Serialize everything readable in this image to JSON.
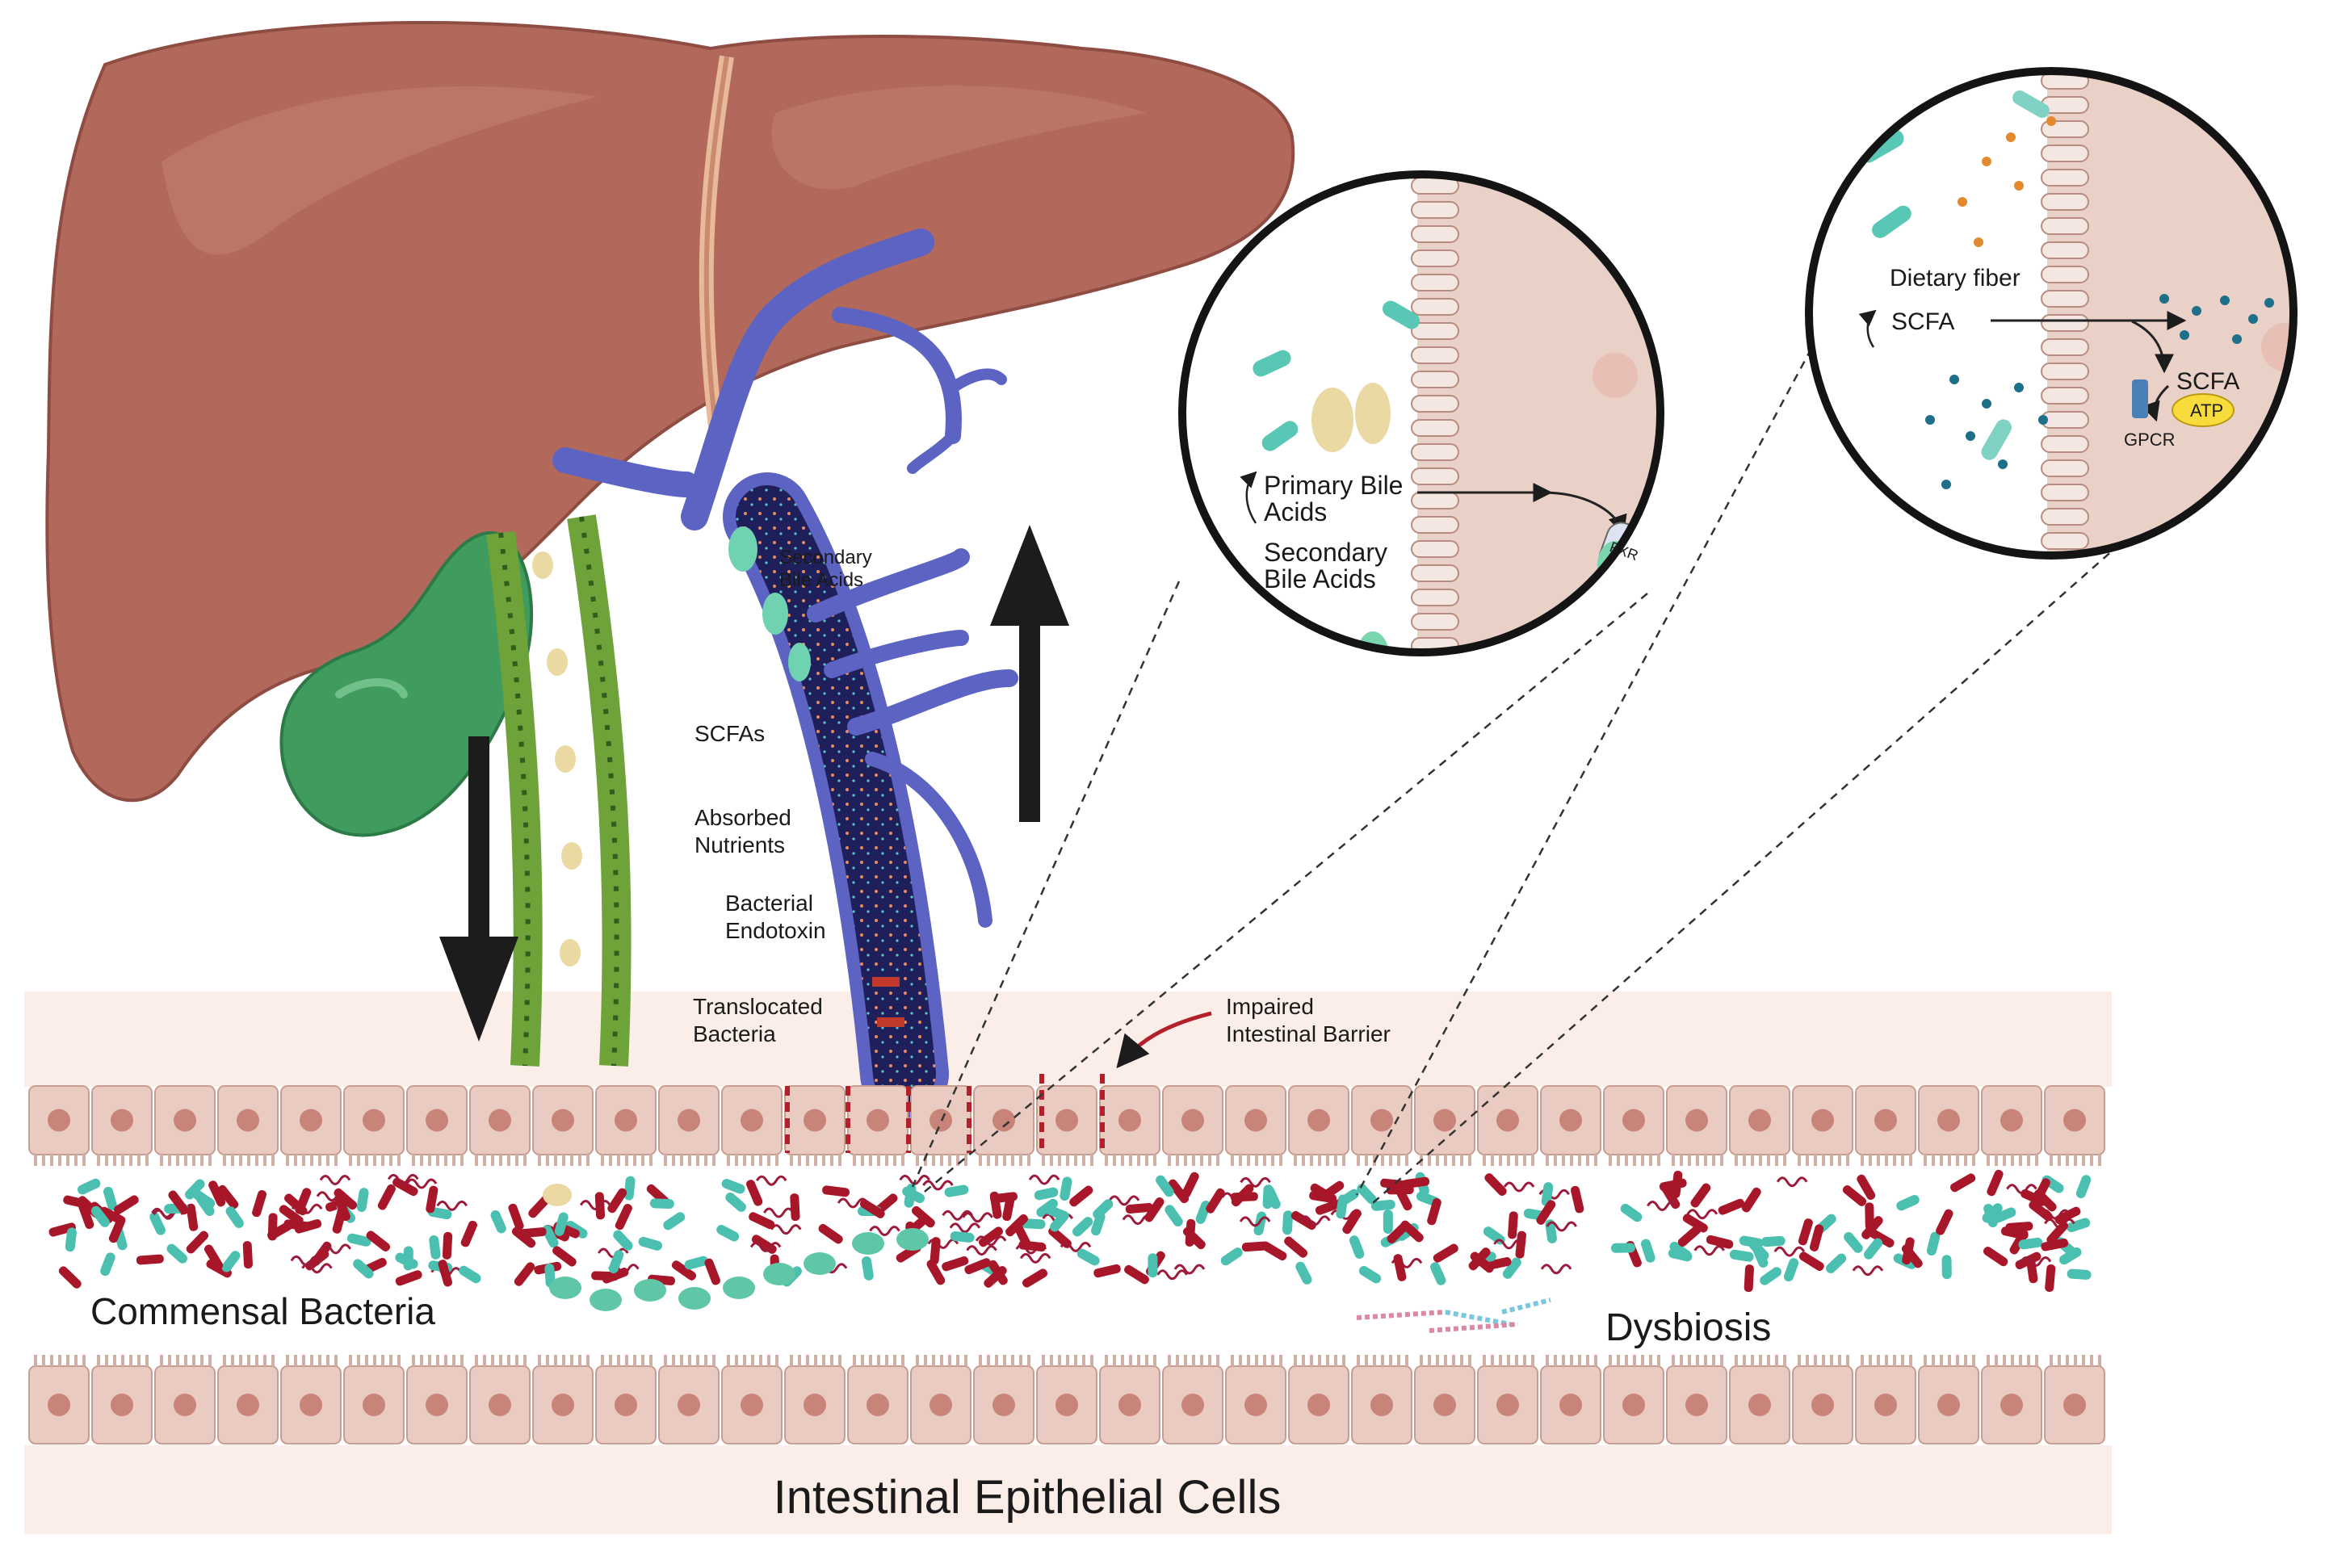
{
  "labels": {
    "secondary_bile_acids_1": "Secondary",
    "secondary_bile_acids_2": "Bile Acids",
    "scfas": "SCFAs",
    "absorbed_nutrients_1": "Absorbed",
    "absorbed_nutrients_2": "Nutrients",
    "bacterial_endotoxin_1": "Bacterial",
    "bacterial_endotoxin_2": "Endotoxin",
    "translocated_bacteria_1": "Translocated",
    "translocated_bacteria_2": "Bacteria",
    "impaired_barrier_1": "Impaired",
    "impaired_barrier_2": "Intestinal Barrier",
    "commensal_bacteria": "Commensal Bacteria",
    "dysbiosis": "Dysbiosis",
    "intestinal_epithelial_cells": "Intestinal Epithelial Cells"
  },
  "inset_bile": {
    "primary_1": "Primary Bile",
    "primary_2": "Acids",
    "secondary_1": "Secondary",
    "secondary_2": "Bile Acids",
    "receptor": "FXR"
  },
  "inset_scfa": {
    "dietary_fiber": "Dietary fiber",
    "scfa_left": "SCFA",
    "scfa_right": "SCFA",
    "atp": "ATP",
    "gpcr": "GPCR"
  },
  "colors": {
    "liver": "#b2695b",
    "gallbladder": "#3f9b5e",
    "portal_vein": "#5c63c2",
    "bile_duct": "#6ea33a",
    "epithelium": "#e9cbc1",
    "nucleus": "#c9847a",
    "mucosa_band": "#fbeee8",
    "bacteria_red": "#a8162a",
    "bacteria_teal": "#4cc0b0",
    "arrow": "#1c1c1c"
  }
}
